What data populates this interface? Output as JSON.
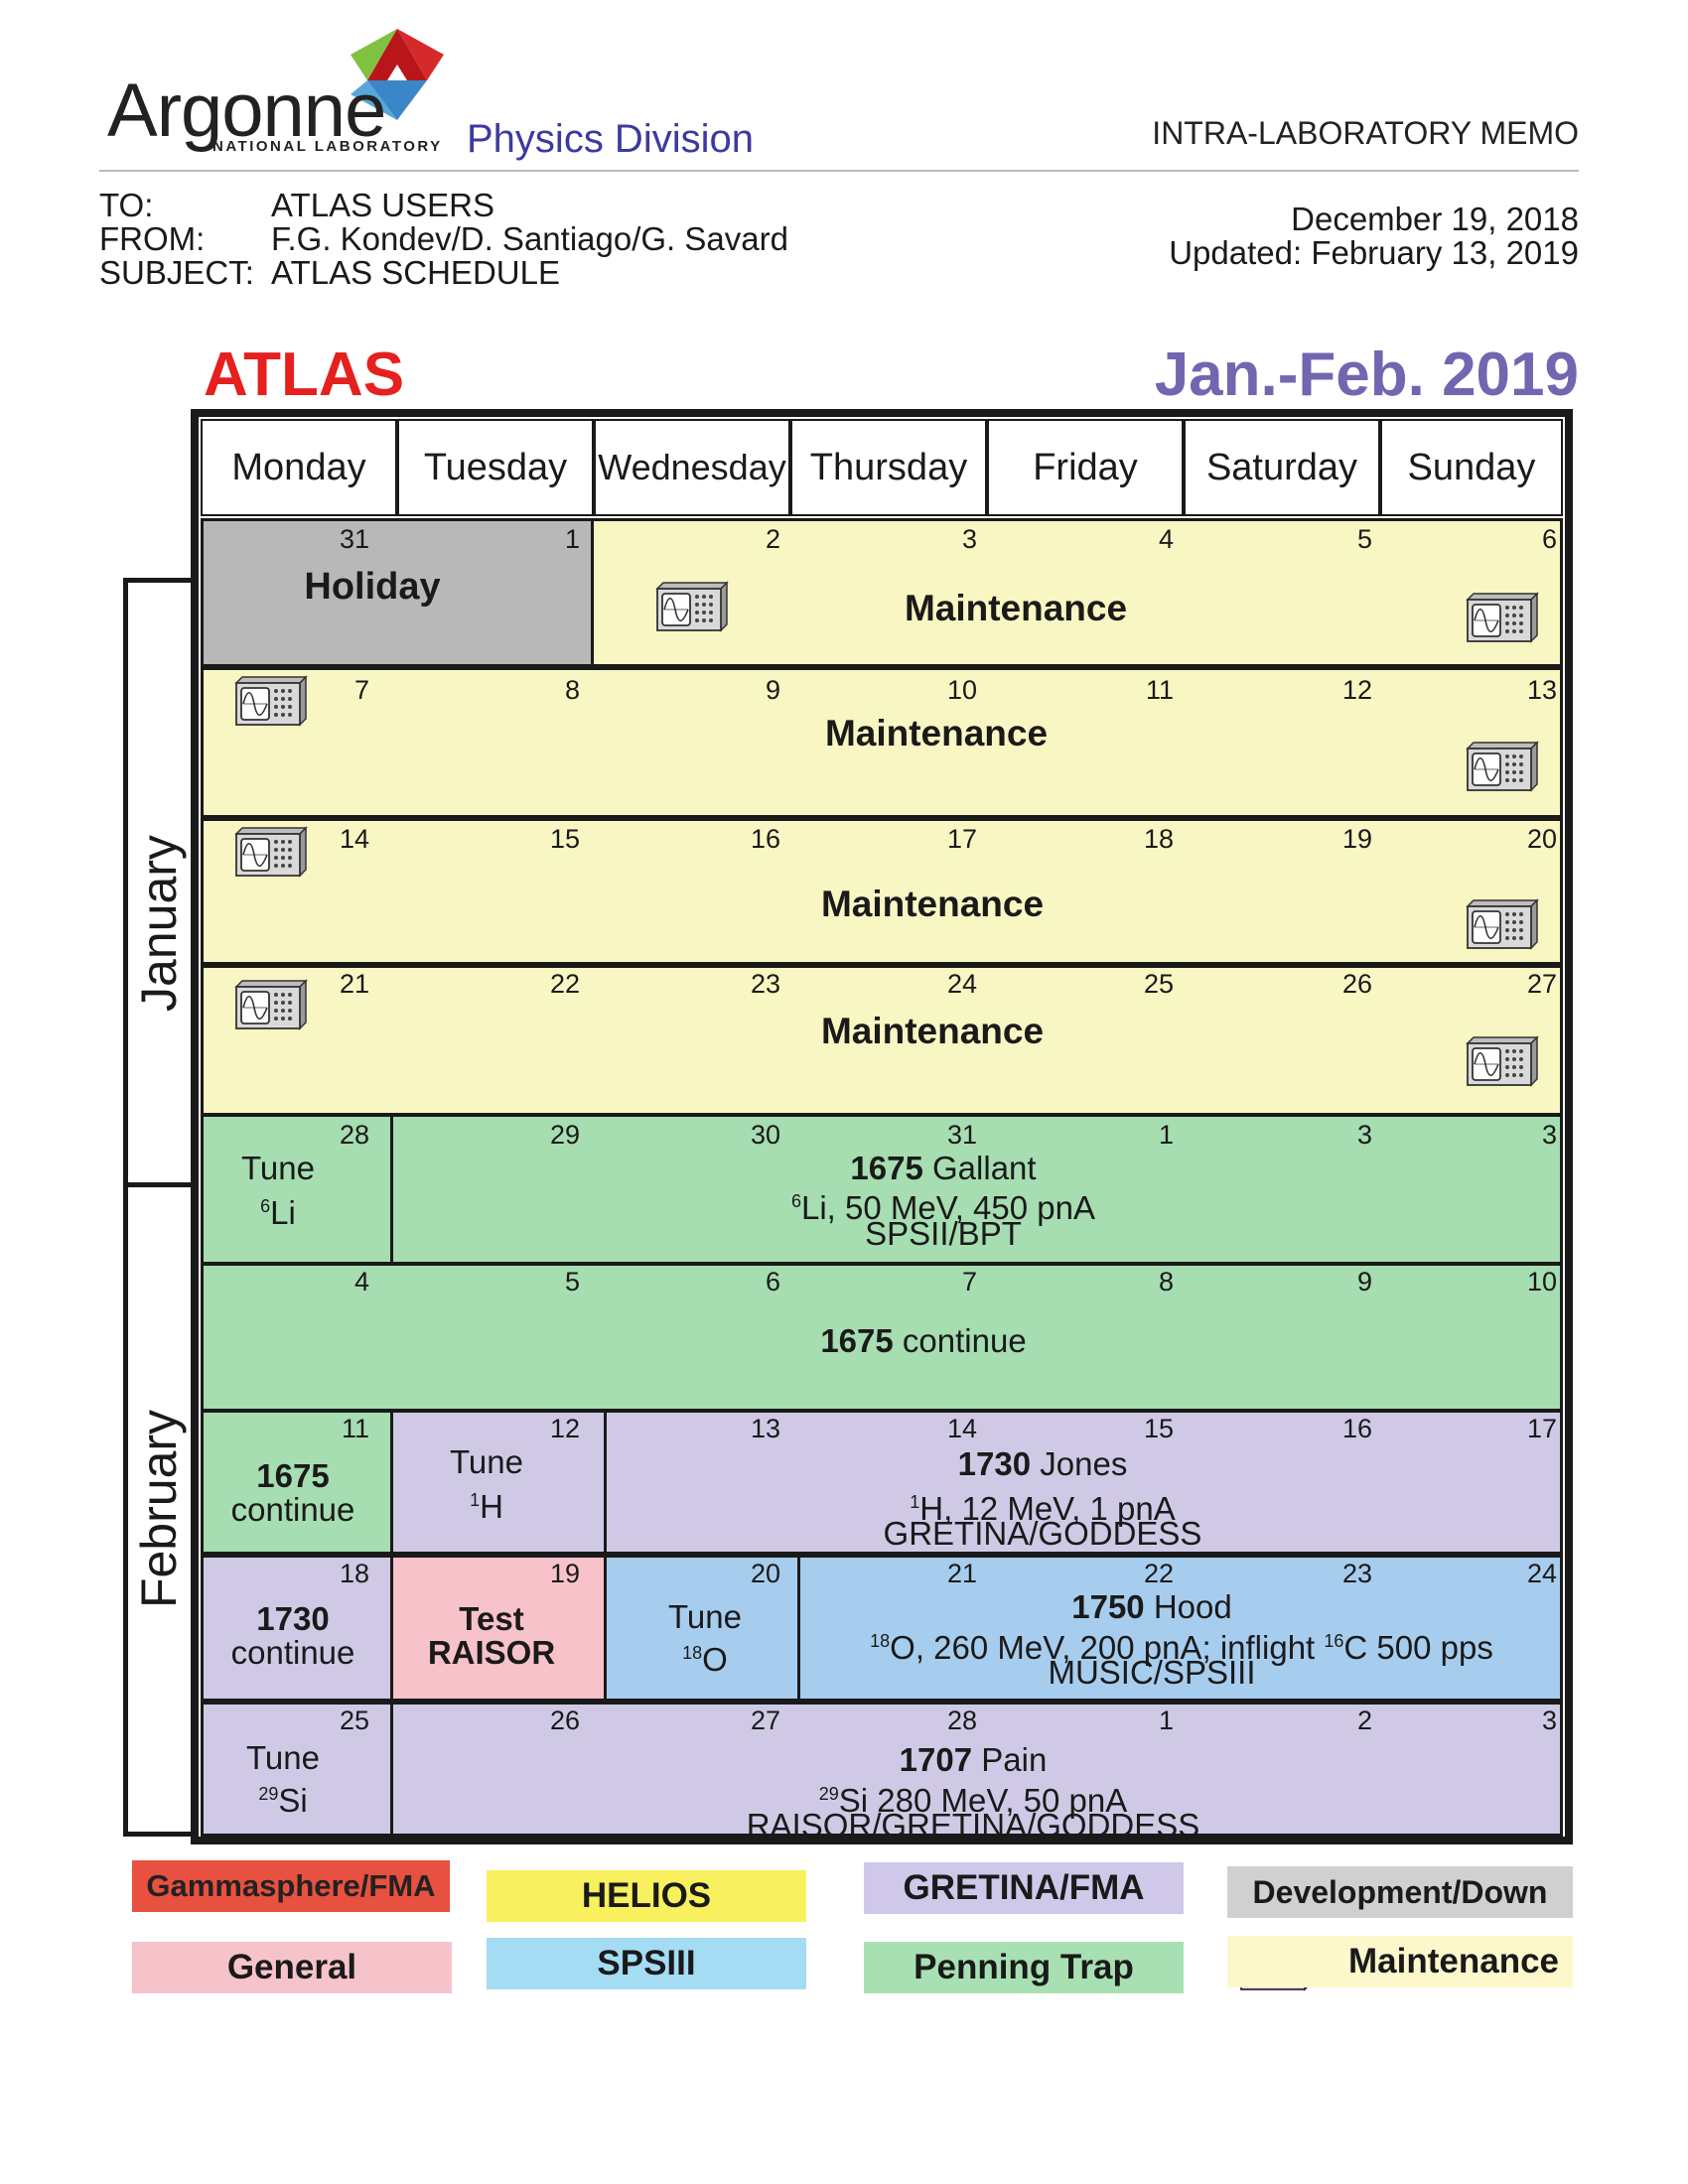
{
  "header": {
    "logo_name": "Argonne",
    "logo_subtitle": "NATIONAL LABORATORY",
    "division": "Physics Division",
    "memo_type": "INTRA-LABORATORY MEMO",
    "to_label": "TO:",
    "to_value": "ATLAS USERS",
    "from_label": "FROM:",
    "from_value": "F.G. Kondev/D. Santiago/G. Savard",
    "subject_label": "SUBJECT:",
    "subject_value": "ATLAS SCHEDULE",
    "date": "December 19, 2018",
    "updated": "Updated: February 13, 2019"
  },
  "title": {
    "left": "ATLAS",
    "right": "Jan.-Feb. 2019"
  },
  "days": [
    "Monday",
    "Tuesday",
    "Wednesday",
    "Thursday",
    "Friday",
    "Saturday",
    "Sunday"
  ],
  "months": {
    "january": "January",
    "february": "February"
  },
  "weeks": [
    [
      "31",
      "1",
      "2",
      "3",
      "4",
      "5",
      "6"
    ],
    [
      "7",
      "8",
      "9",
      "10",
      "11",
      "12",
      "13"
    ],
    [
      "14",
      "15",
      "16",
      "17",
      "18",
      "19",
      "20"
    ],
    [
      "21",
      "22",
      "23",
      "24",
      "25",
      "26",
      "27"
    ],
    [
      "28",
      "29",
      "30",
      "31",
      "1",
      "3",
      "3"
    ],
    [
      "4",
      "5",
      "6",
      "7",
      "8",
      "9",
      "10"
    ],
    [
      "11",
      "12",
      "13",
      "14",
      "15",
      "16",
      "17"
    ],
    [
      "18",
      "19",
      "20",
      "21",
      "22",
      "23",
      "24"
    ],
    [
      "25",
      "26",
      "27",
      "28",
      "1",
      "2",
      "3"
    ]
  ],
  "events": {
    "holiday": "Holiday",
    "maintenance": "Maintenance",
    "tune_li_1": "Tune",
    "tune_li_sup": "6",
    "tune_li_el": "Li",
    "e1675_num": "1675",
    "e1675_name": "Gallant",
    "e1675_beam_sup": "6",
    "e1675_beam": "Li, 50 MeV, 450 pnA",
    "e1675_setup": "SPSII/BPT",
    "e1675_cont_num": "1675",
    "e1675_cont_word": "continue",
    "tune_h": "Tune",
    "tune_h_sup": "1",
    "tune_h_el": "H",
    "e1730_num": "1730",
    "e1730_name": "Jones",
    "e1730_beam_sup": "1",
    "e1730_beam": "H, 12 MeV, 1 pnA",
    "e1730_setup": "GRETINA/GODDESS",
    "e1730_cont_num": "1730",
    "e1730_cont_word": "continue",
    "test_1": "Test",
    "test_2": "RAISOR",
    "tune_o": "Tune",
    "tune_o_sup": "18",
    "tune_o_el": "O",
    "e1750_num": "1750",
    "e1750_name": "Hood",
    "e1750_sup1": "18",
    "e1750_beam1": "O, 260 MeV,  200 pnA; inflight ",
    "e1750_sup2": "16",
    "e1750_beam2": "C 500 pps",
    "e1750_setup": "MUSIC/SPSIII",
    "tune_si": "Tune",
    "tune_si_sup": "29",
    "tune_si_el": "Si",
    "e1707_num": "1707",
    "e1707_name": "Pain",
    "e1707_beam_sup": "29",
    "e1707_beam": "Si 280 MeV, 50 pnA",
    "e1707_setup": "RAISOR/GRETINA/GODDESS"
  },
  "legend": {
    "gammasphere": "Gammasphere/FMA",
    "helios": "HELIOS",
    "gretina": "GRETINA/FMA",
    "development": "Development/Down",
    "general": "General",
    "spsiii": "SPSIII",
    "penning": "Penning Trap",
    "maintenance": "Maintenance"
  },
  "colors": {
    "holiday": "#b8b8b8",
    "maintenance": "#f8f6c2",
    "penning": "#a6ddb1",
    "gretina": "#d0c9e6",
    "general": "#f7c2c9",
    "spsiii": "#a7cdee",
    "gammasphere": "#e8503f",
    "helios": "#f8f05e",
    "gretina_legend": "#cfc8e8",
    "development": "#d0d0d0",
    "general_legend": "#f7c3cb",
    "spsiii_legend": "#a4dcf4",
    "penning_legend": "#a8e0b3",
    "maintenance_legend": "#fcf8cc",
    "atlas_red": "#e5201e",
    "date_purple": "#7067b0"
  },
  "icons": {
    "maintenance": "oscilloscope-icon",
    "logo": "argonne-triangle-icon"
  }
}
